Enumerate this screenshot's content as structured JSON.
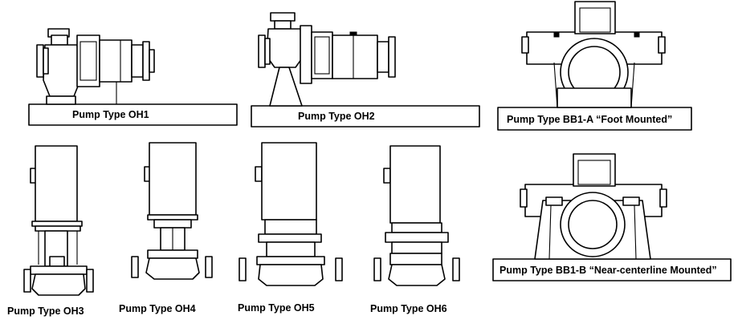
{
  "figure": {
    "oh1": {
      "label": "Pump Type OH1"
    },
    "oh2": {
      "label": "Pump Type OH2"
    },
    "bb1a": {
      "label": "Pump Type BB1-A “Foot Mounted”"
    },
    "oh3": {
      "label": "Pump Type OH3"
    },
    "oh4": {
      "label": "Pump Type OH4"
    },
    "oh5": {
      "label": "Pump Type OH5"
    },
    "oh6": {
      "label": "Pump Type OH6"
    },
    "bb1b": {
      "label": "Pump Type BB1-B “Near-centerline Mounted”"
    }
  }
}
